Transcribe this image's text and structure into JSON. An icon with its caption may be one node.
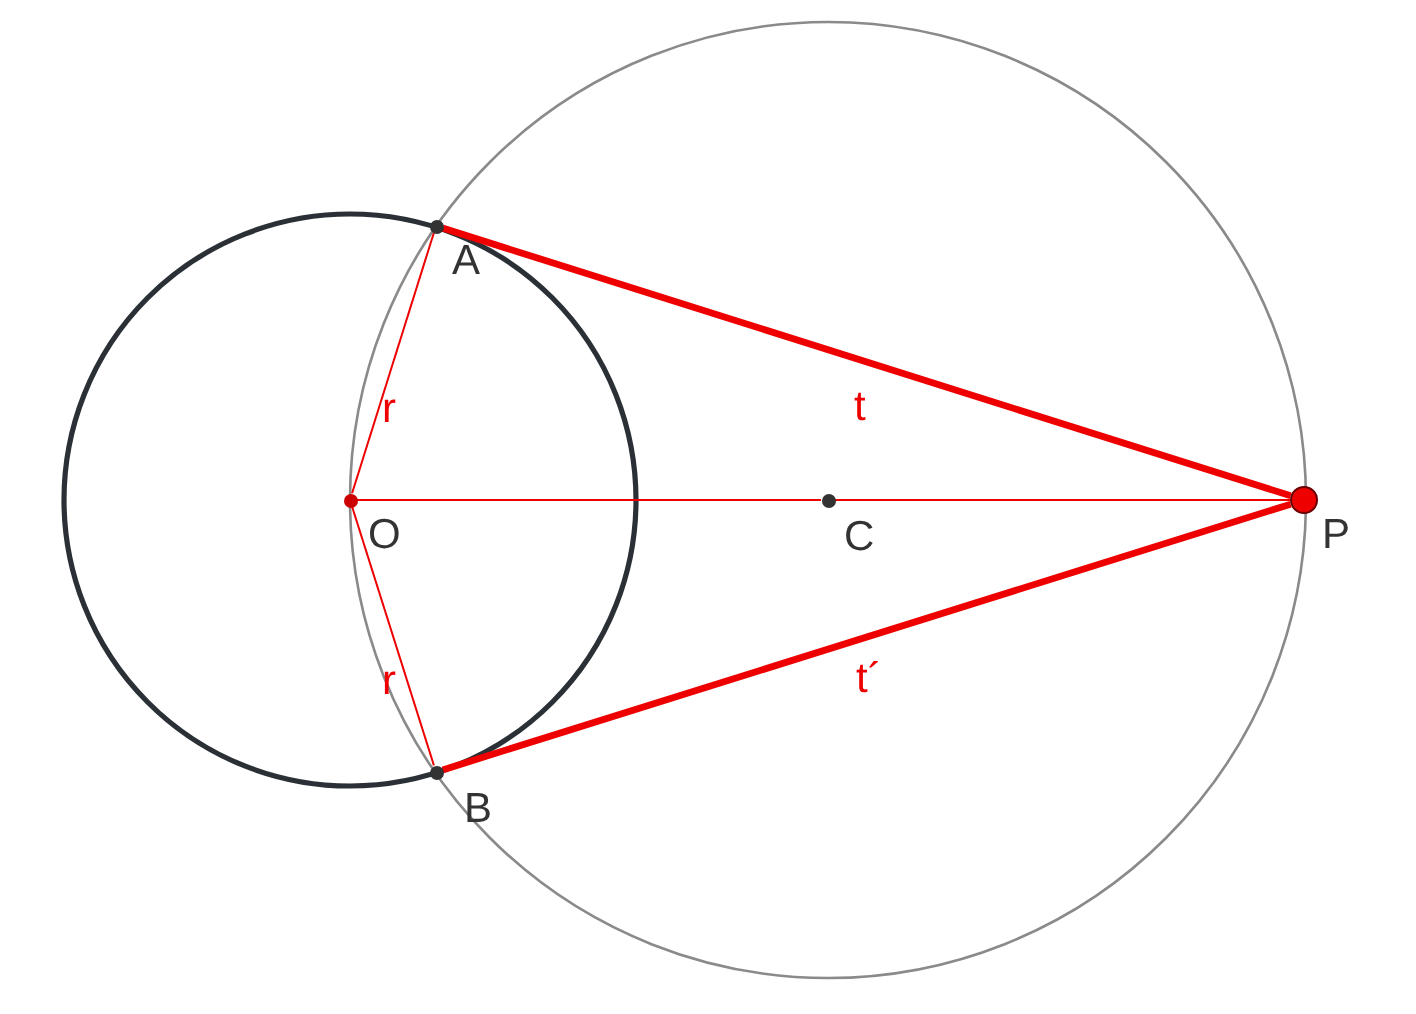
{
  "diagram": {
    "nodes": [
      {
        "text": [
          "A"
        ]
      },
      {
        "text": [
          "O"
        ]
      },
      {
        "text": [
          "C"
        ]
      },
      {
        "text": [
          "P"
        ]
      },
      {
        "text": [
          "B"
        ]
      }
    ],
    "edges": [
      {
        "from": 1,
        "to": 0,
        "arrow": "none",
        "label": "r"
      },
      {
        "from": 1,
        "to": 4,
        "arrow": "none",
        "label": "r"
      },
      {
        "from": 0,
        "to": 3,
        "arrow": "none",
        "label": "t",
        "style": "thick"
      },
      {
        "from": 4,
        "to": 3,
        "arrow": "none",
        "label": "t´",
        "style": "thick"
      },
      {
        "from": 1,
        "to": 2,
        "arrow": "none"
      },
      {
        "from": 2,
        "to": 3,
        "arrow": "none"
      }
    ]
  }
}
